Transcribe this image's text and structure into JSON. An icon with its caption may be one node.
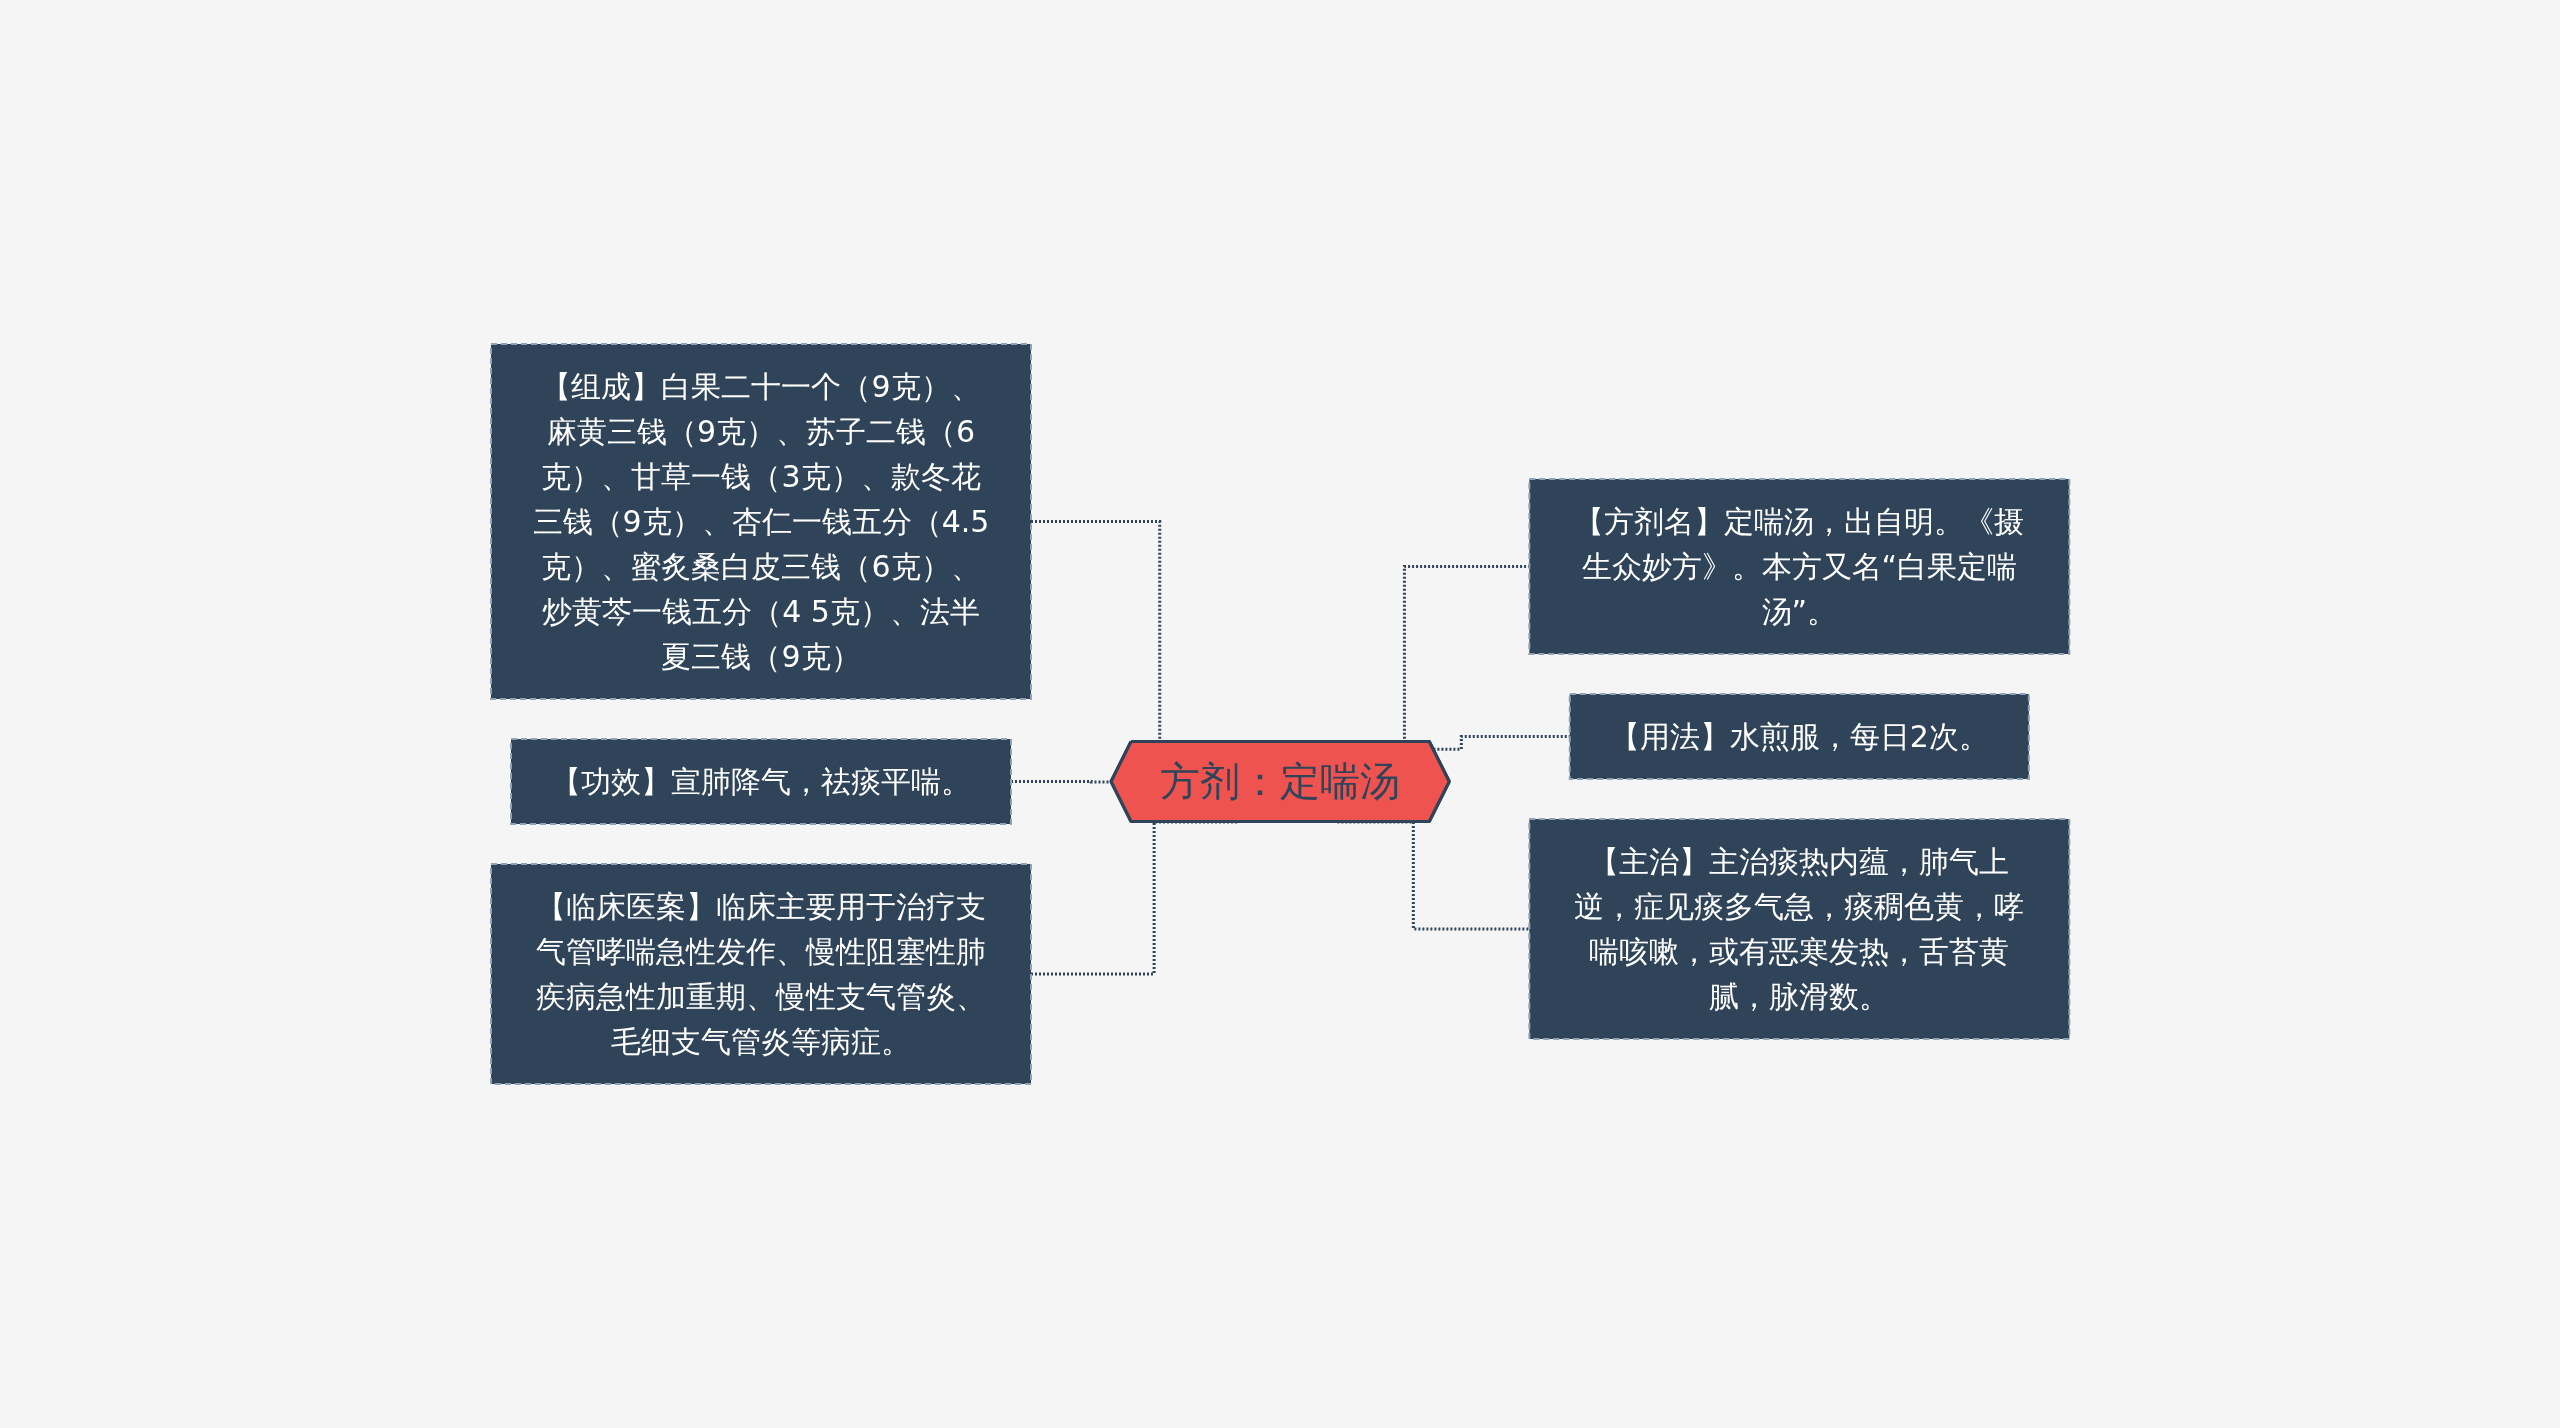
{
  "diagram": {
    "nodes": [
      {
        "text": [
          "方剂：定喘汤"
        ]
      },
      {
        "text": [
          "【组成】白果二十一个（9克）、麻黄三钱（9克）、苏子二钱（6克）、甘草一钱（3克）、款冬花三钱（9克）、杏仁一钱五分（4.5克）、蜜炙桑白皮三钱（6克）、炒黄芩一钱五分（4 5克）、法半夏三钱（9克）"
        ]
      },
      {
        "text": [
          "【功效】宣肺降气，祛痰平喘。"
        ]
      },
      {
        "text": [
          "【临床医案】临床主要用于治疗支气管哮喘急性发作、慢性阻塞性肺疾病急性加重期、慢性支气管炎、毛细支气管炎等病症。"
        ]
      },
      {
        "text": [
          "【方剂名】定喘汤，出自明。《摄生众妙方》。本方又名“白果定喘汤”。"
        ]
      },
      {
        "text": [
          "【用法】水煎服，每日2次。"
        ]
      },
      {
        "text": [
          "【主治】主治痰热内蕴，肺气上逆，症见痰多气急，痰稠色黄，哮喘咳嗽，或有恶寒发热，舌苔黄腻，脉滑数。"
        ]
      }
    ],
    "edges": [
      {
        "from": 1,
        "to": 0,
        "arrow": "none",
        "style": "dashed"
      },
      {
        "from": 2,
        "to": 0,
        "arrow": "none",
        "style": "dashed"
      },
      {
        "from": 3,
        "to": 0,
        "arrow": "none",
        "style": "dashed"
      },
      {
        "from": 0,
        "to": 4,
        "arrow": "none",
        "style": "dashed"
      },
      {
        "from": 0,
        "to": 5,
        "arrow": "none",
        "style": "dashed"
      },
      {
        "from": 0,
        "to": 6,
        "arrow": "none",
        "style": "dashed"
      }
    ]
  }
}
